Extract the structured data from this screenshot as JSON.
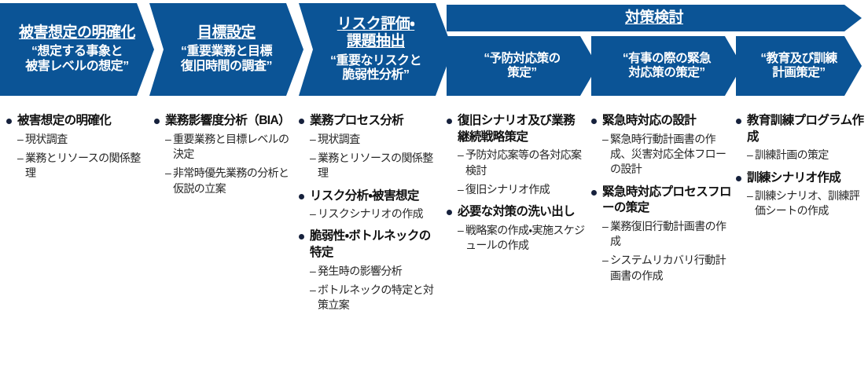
{
  "theme": {
    "arrow_fill": "#0b5496",
    "arrow_text": "#ffffff",
    "bullet_color": "#16213c",
    "body_text": "#262626",
    "background": "#ffffff"
  },
  "header": {
    "phases": [
      {
        "title": "被害想定の明確化",
        "subtitle": "“想定する事象と\n被害レベルの想定”"
      },
      {
        "title": "目標設定",
        "subtitle": "“重要業務と目標\n復旧時間の調査”"
      },
      {
        "title": "リスク評価・\n課題抽出",
        "subtitle": "“重要なリスクと\n脆弱性分析”"
      }
    ],
    "band": {
      "title": "対策検討",
      "sub_phases": [
        {
          "subtitle": "“予防対応策の\n策定”"
        },
        {
          "subtitle": "“有事の際の緊急\n対応策の策定”"
        },
        {
          "subtitle": "“教育及び訓練\n計画策定”"
        }
      ]
    }
  },
  "columns": [
    {
      "groups": [
        {
          "heading": "被害想定の明確化",
          "items": [
            "現状調査",
            "業務とリソースの関係整理"
          ]
        }
      ]
    },
    {
      "groups": [
        {
          "heading": "業務影響度分析（BIA）",
          "items": [
            "重要業務と目標レベルの決定",
            "非常時優先業務の分析と仮説の立案"
          ]
        }
      ]
    },
    {
      "groups": [
        {
          "heading": "業務プロセス分析",
          "items": [
            "現状調査",
            "業務とリソースの関係整理"
          ]
        },
        {
          "heading": "リスク分析・被害想定",
          "items": [
            "リスクシナリオの作成"
          ]
        },
        {
          "heading": "脆弱性・ボトルネックの特定",
          "items": [
            "発生時の影響分析",
            "ボトルネックの特定と対策立案"
          ]
        }
      ]
    },
    {
      "groups": [
        {
          "heading": "復旧シナリオ及び業務継続戦略策定",
          "items": [
            "予防対応案等の各対応案検討",
            "復旧シナリオ作成"
          ]
        },
        {
          "heading": "必要な対策の洗い出し",
          "items": [
            "戦略案の作成・実施スケジュールの作成"
          ]
        }
      ]
    },
    {
      "groups": [
        {
          "heading": "緊急時対応の設計",
          "items": [
            "緊急時行動計画書の作成、災害対応全体フローの設計"
          ]
        },
        {
          "heading": "緊急時対応プロセスフローの策定",
          "items": [
            "業務復旧行動計画書の作成",
            "システムリカバリ行動計画書の作成"
          ]
        }
      ]
    },
    {
      "groups": [
        {
          "heading": "教育訓練プログラム作成",
          "items": [
            "訓練計画の策定"
          ]
        },
        {
          "heading": "訓練シナリオ作成",
          "items": [
            "訓練シナリオ、訓練評価シートの作成"
          ]
        }
      ]
    }
  ]
}
